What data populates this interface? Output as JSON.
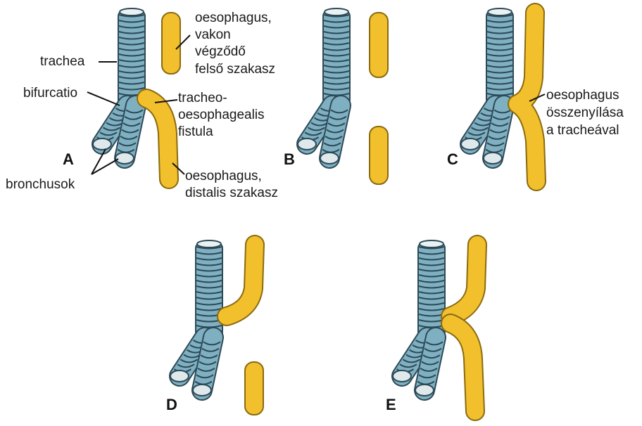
{
  "colors": {
    "trachea_fill": "#7fb0c2",
    "trachea_ring": "#2d4a57",
    "esophagus_fill": "#f2c02c",
    "esophagus_edge": "#8a6a10",
    "text": "#1a1a1a"
  },
  "panels": [
    "A",
    "B",
    "C",
    "D",
    "E"
  ],
  "labels": {
    "oesophagus_upper": [
      "oesophagus,",
      "vakon",
      "végződő",
      "felső szakasz"
    ],
    "trachea": "trachea",
    "bifurcatio": "bifurcatio",
    "fistula": [
      "tracheo-",
      "oesophagealis",
      "fistula"
    ],
    "bronchusok": "bronchusok",
    "oesophagus_distal": [
      "oesophagus,",
      "distalis szakasz"
    ],
    "oesophagus_fusion": [
      "oesophagus",
      "összenyílása",
      "a tracheával"
    ]
  },
  "icons": [
    "trachea-icon",
    "esophagus-icon",
    "bronchus-icon"
  ]
}
